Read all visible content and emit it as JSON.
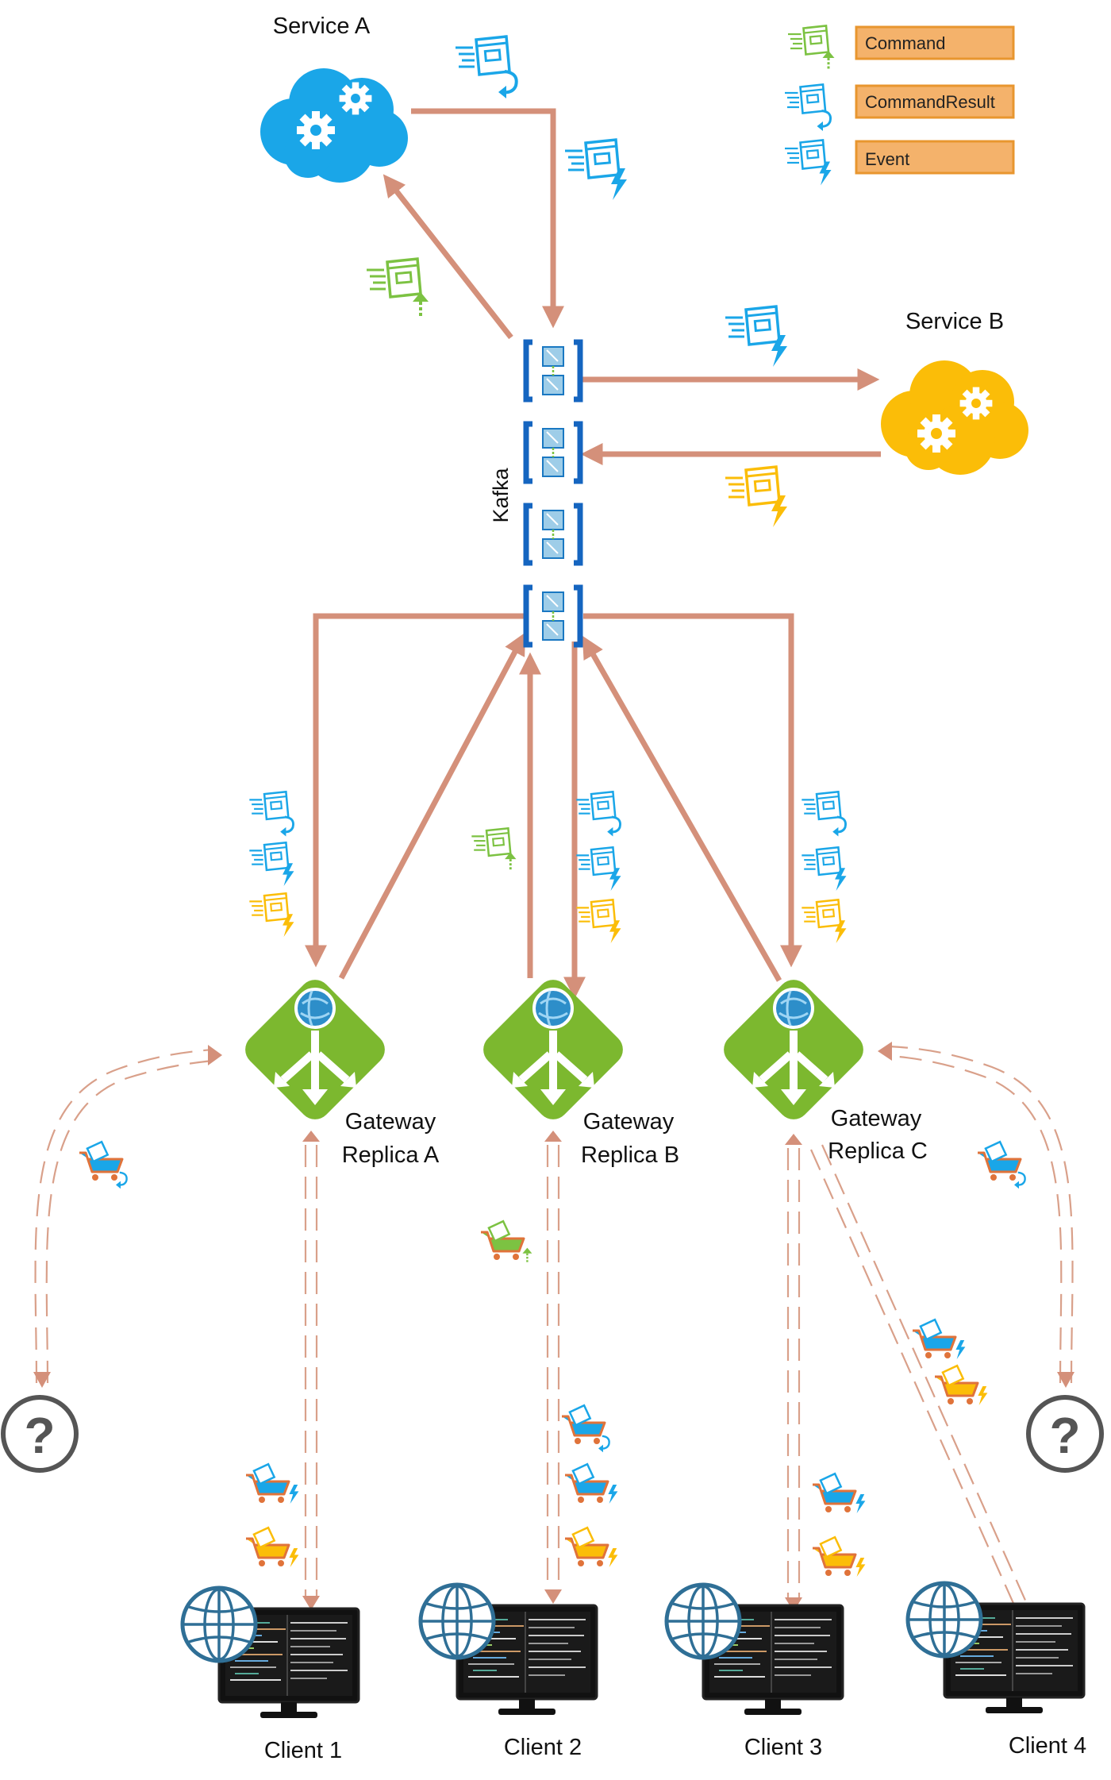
{
  "legend": [
    {
      "kind": "command",
      "label": "Command"
    },
    {
      "kind": "commandresult",
      "label": "CommandResult"
    },
    {
      "kind": "event",
      "label": "Event"
    }
  ],
  "services": {
    "a": {
      "label": "Service A",
      "color": "#1aa6e8"
    },
    "b": {
      "label": "Service B",
      "color": "#fbbd08"
    }
  },
  "kafka": {
    "label": "Kafka"
  },
  "gateways": [
    {
      "line1": "Gateway",
      "line2": "Replica A"
    },
    {
      "line1": "Gateway",
      "line2": "Replica B"
    },
    {
      "line1": "Gateway",
      "line2": "Replica C"
    }
  ],
  "clients": [
    {
      "label": "Client 1"
    },
    {
      "label": "Client 2"
    },
    {
      "label": "Client 3"
    },
    {
      "label": "Client 4"
    }
  ],
  "unknown_symbol": "?",
  "colors": {
    "command_green": "#7cc242",
    "commandresult_blue": "#1aa6e8",
    "event_blue": "#1aa6e8",
    "event_yellow": "#fbbd08",
    "arrow": "#d4907a",
    "legend_box": "#f4b26b",
    "gateway_green": "#7cb82f",
    "kafka_blue": "#1565c0"
  },
  "icons": {
    "message": "message-icon",
    "cart": "cart-icon",
    "globe": "globe-icon",
    "monitor": "monitor-icon",
    "gear": "gear-icon",
    "question": "question-icon"
  }
}
